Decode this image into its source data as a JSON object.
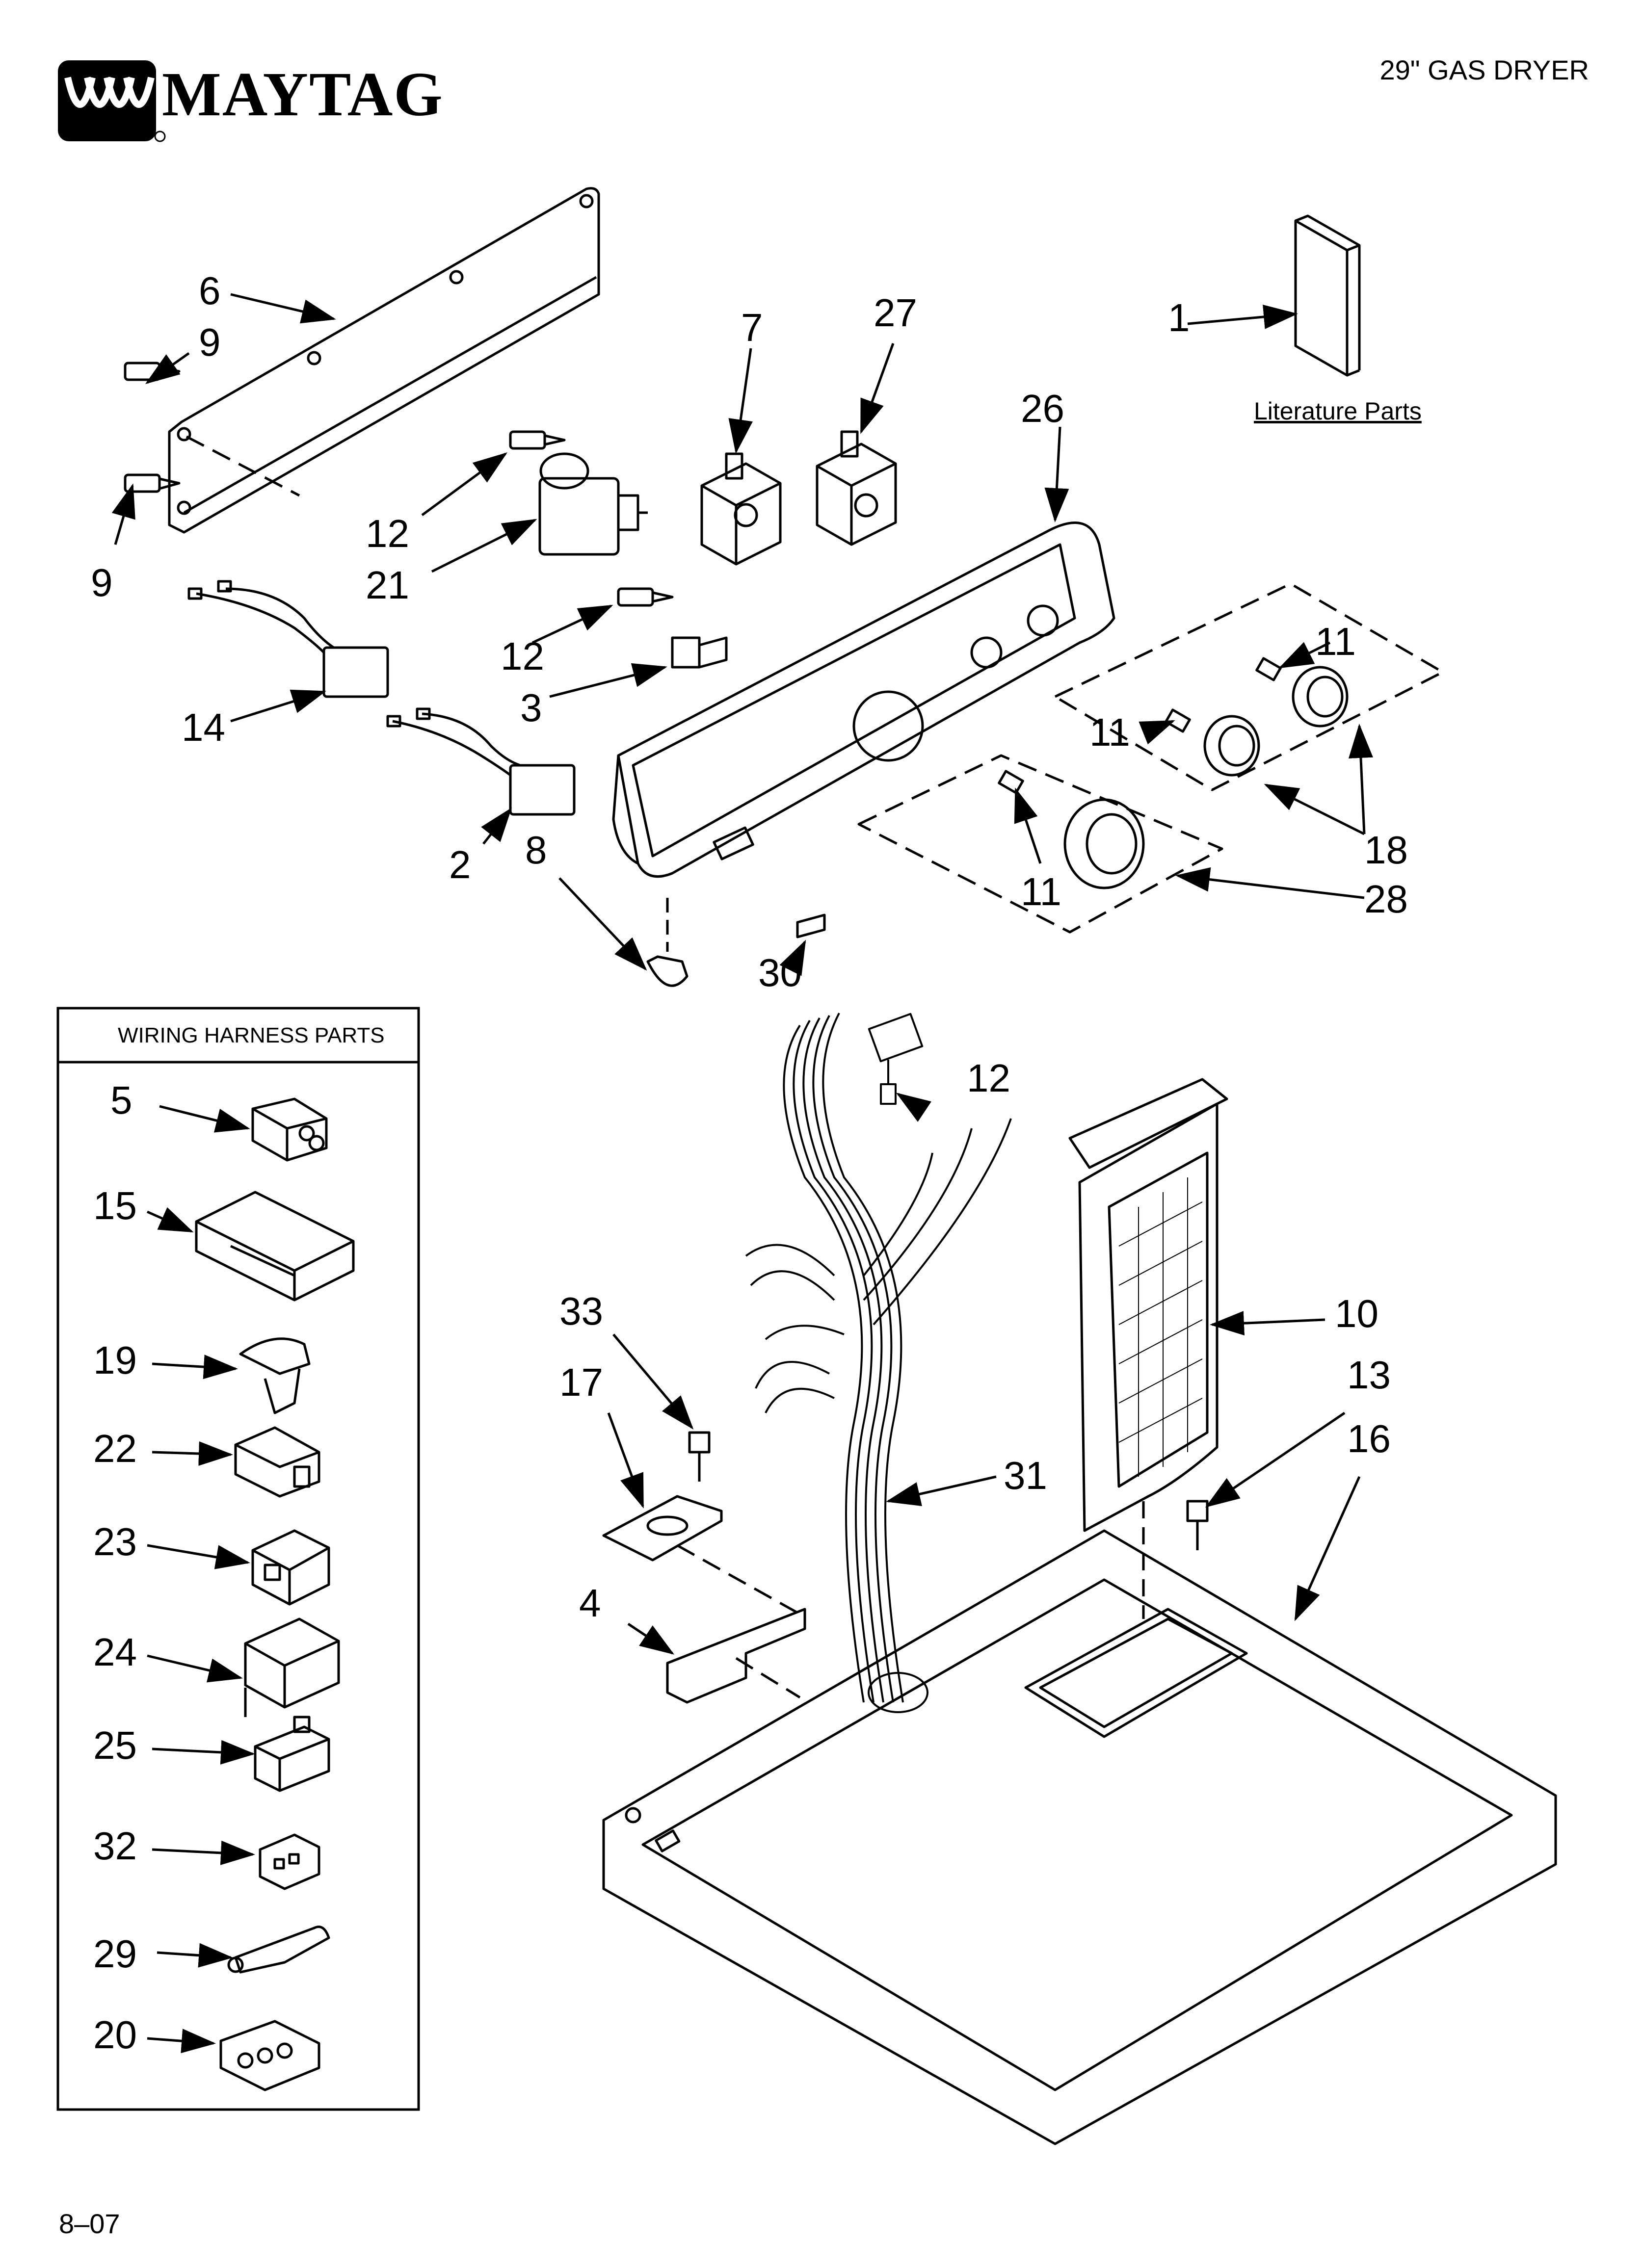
{
  "header": {
    "brand": "MAYTAG",
    "model": "29\" GAS DRYER"
  },
  "footer": {
    "page_code": "8–07"
  },
  "literature": {
    "label": "Literature Parts"
  },
  "harness_box": {
    "title": "WIRING HARNESS PARTS",
    "items": [
      "5",
      "15",
      "19",
      "22",
      "23",
      "24",
      "25",
      "32",
      "29",
      "20"
    ]
  },
  "callouts": {
    "c1": "1",
    "c2": "2",
    "c3": "3",
    "c4": "4",
    "c6": "6",
    "c7": "7",
    "c8": "8",
    "c9a": "9",
    "c9b": "9",
    "c10": "10",
    "c11a": "11",
    "c11b": "11",
    "c11c": "11",
    "c12a": "12",
    "c12b": "12",
    "c12c": "12",
    "c13": "13",
    "c14": "14",
    "c16": "16",
    "c17": "17",
    "c18": "18",
    "c21": "21",
    "c26": "26",
    "c27": "27",
    "c28": "28",
    "c30": "30",
    "c31": "31",
    "c33": "33"
  }
}
